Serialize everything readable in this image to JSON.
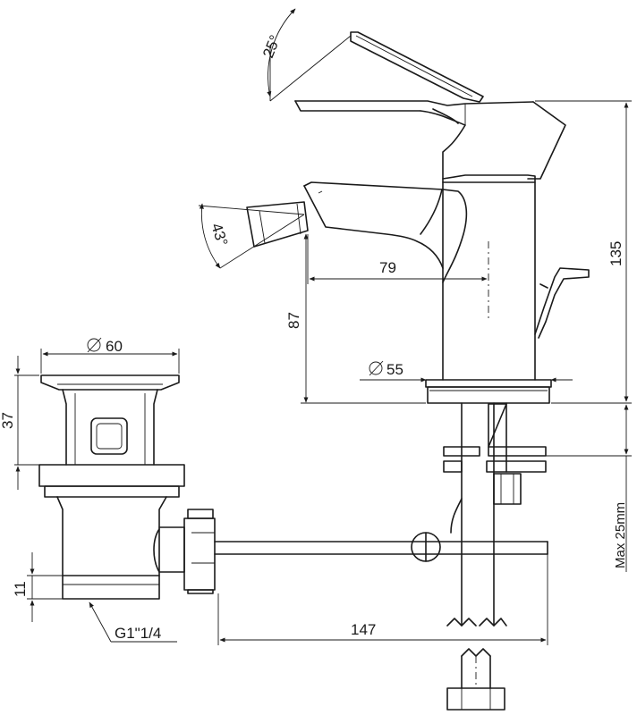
{
  "dimensions": {
    "lever_angle": "25°",
    "spout_angle": "43°",
    "spout_reach": "79",
    "spout_height": "87",
    "total_height": "135",
    "base_diameter": "55",
    "drain_diameter": "60",
    "drain_height": "37",
    "thread_length": "11",
    "thread_spec": "G1\"1/4",
    "rod_length": "147",
    "max_deck": "Max 25mm"
  }
}
